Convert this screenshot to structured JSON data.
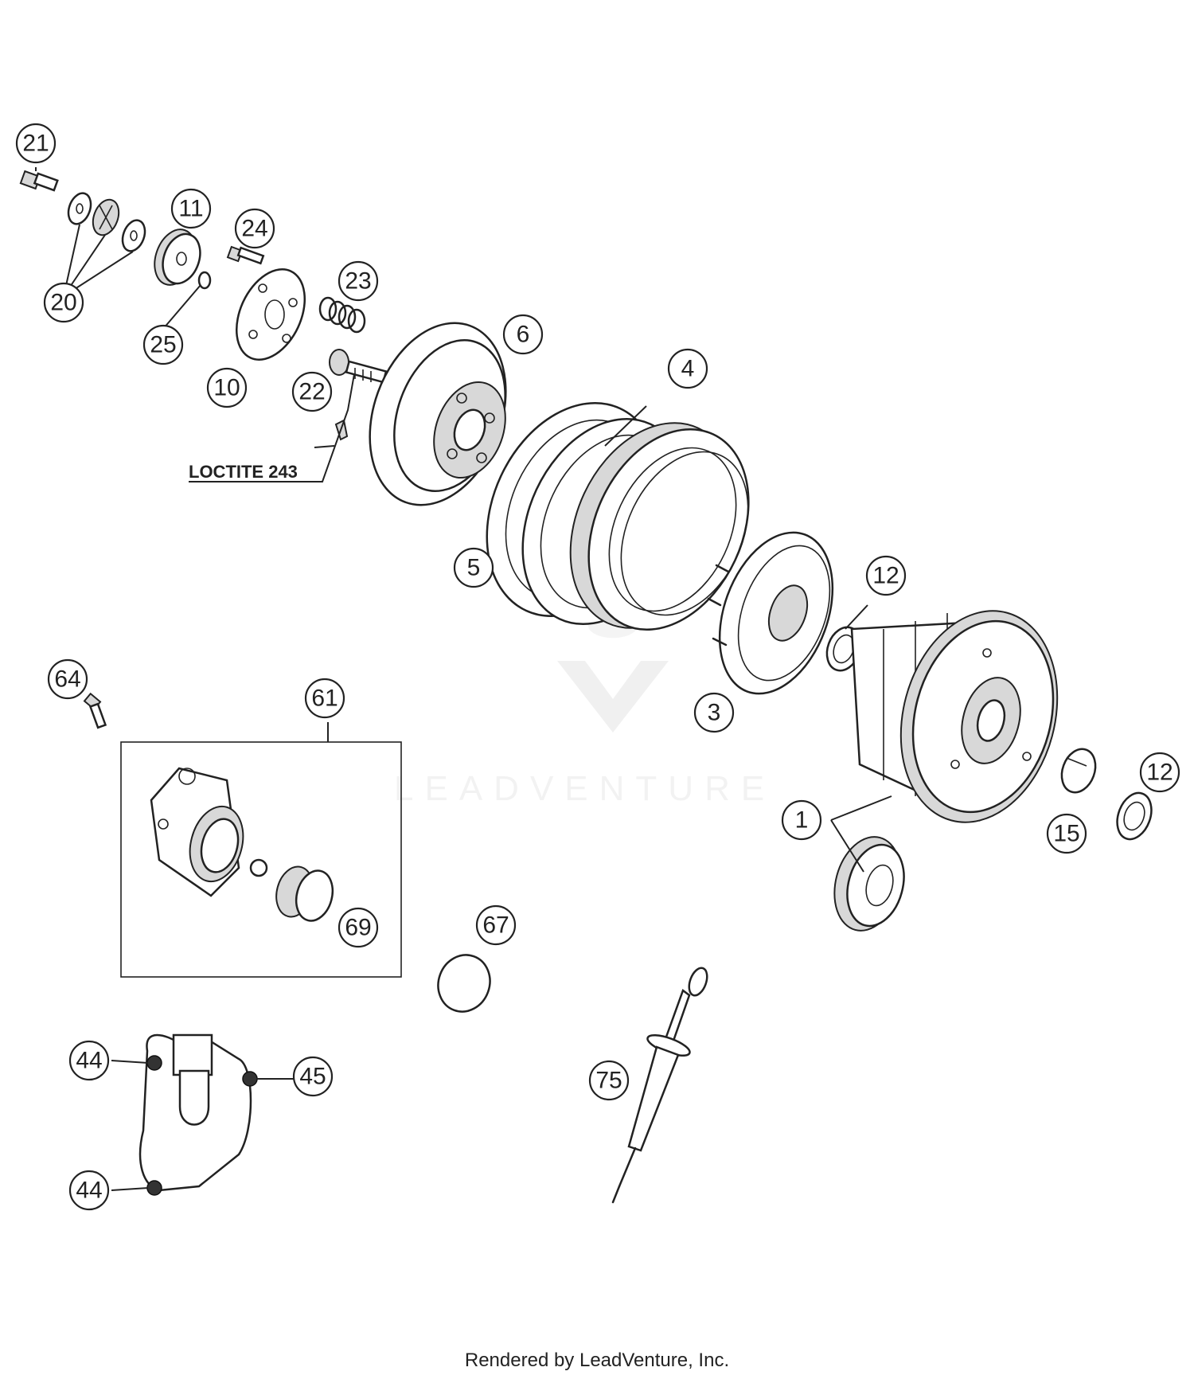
{
  "diagram": {
    "callouts": [
      {
        "id": "c21",
        "label": "21"
      },
      {
        "id": "c20",
        "label": "20"
      },
      {
        "id": "c11",
        "label": "11"
      },
      {
        "id": "c24",
        "label": "24"
      },
      {
        "id": "c23",
        "label": "23"
      },
      {
        "id": "c25",
        "label": "25"
      },
      {
        "id": "c10",
        "label": "10"
      },
      {
        "id": "c22",
        "label": "22"
      },
      {
        "id": "c6",
        "label": "6"
      },
      {
        "id": "c4",
        "label": "4"
      },
      {
        "id": "c5",
        "label": "5"
      },
      {
        "id": "c12a",
        "label": "12"
      },
      {
        "id": "c3",
        "label": "3"
      },
      {
        "id": "c64",
        "label": "64"
      },
      {
        "id": "c61",
        "label": "61"
      },
      {
        "id": "c1",
        "label": "1"
      },
      {
        "id": "c15",
        "label": "15"
      },
      {
        "id": "c12b",
        "label": "12"
      },
      {
        "id": "c67",
        "label": "67"
      },
      {
        "id": "c69",
        "label": "69"
      },
      {
        "id": "c44a",
        "label": "44"
      },
      {
        "id": "c45",
        "label": "45"
      },
      {
        "id": "c44b",
        "label": "44"
      },
      {
        "id": "c75",
        "label": "75"
      }
    ],
    "note": "LOCTITE 243",
    "watermark": "LEADVENTURE"
  },
  "footer": {
    "text": "Rendered by LeadVenture, Inc."
  }
}
